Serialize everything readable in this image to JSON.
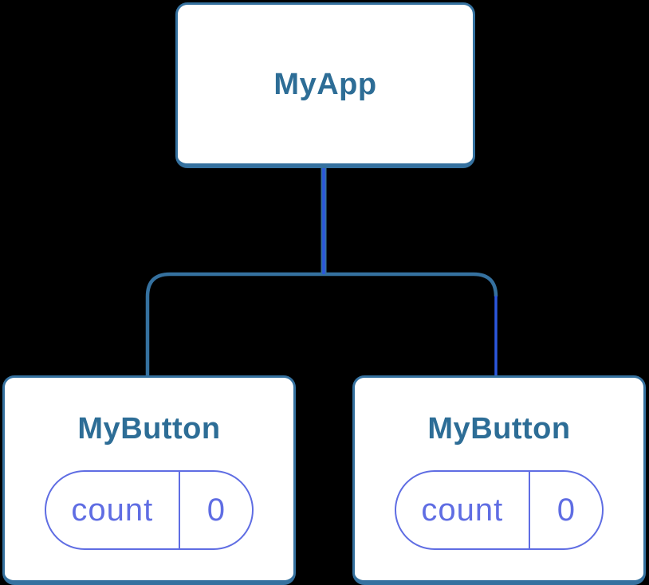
{
  "diagram": {
    "type": "component-tree",
    "root": {
      "label": "MyApp"
    },
    "children": [
      {
        "label": "MyButton",
        "state": {
          "key": "count",
          "value": "0"
        }
      },
      {
        "label": "MyButton",
        "state": {
          "key": "count",
          "value": "0"
        }
      }
    ],
    "colors": {
      "background": "#000000",
      "box_fill": "#ffffff",
      "box_border": "#35719f",
      "title_color": "#2d6d96",
      "connector": "#35719f",
      "connector_highlight": "#2b57dd",
      "state_color": "#5f6de3"
    }
  }
}
